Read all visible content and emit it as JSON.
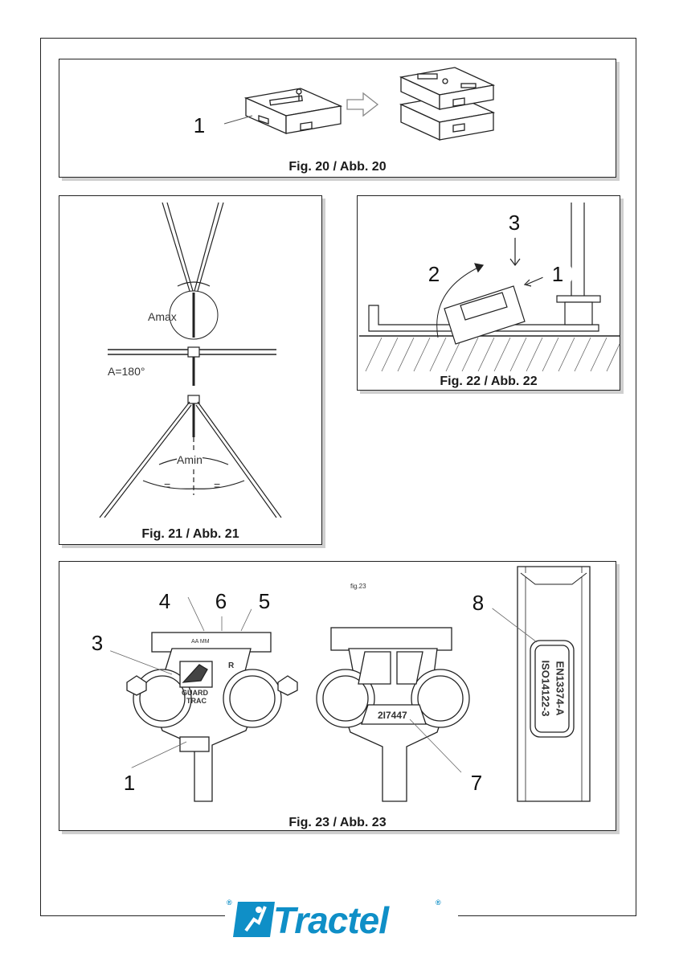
{
  "fig20": {
    "caption": "Fig. 20 / Abb. 20",
    "callout_1": "1"
  },
  "fig21": {
    "caption": "Fig. 21 / Abb. 21",
    "label_amax": "Amax",
    "label_a180": "A=180°",
    "label_amin": "Amin",
    "eq_left": "=",
    "eq_right": "="
  },
  "fig22": {
    "caption": "Fig. 22 / Abb. 22",
    "callout_1": "1",
    "callout_2": "2",
    "callout_3": "3"
  },
  "fig23": {
    "caption": "Fig. 23 / Abb. 23",
    "small_tag": "fig.23",
    "callouts": {
      "c1": "1",
      "c3": "3",
      "c4": "4",
      "c5": "5",
      "c6": "6",
      "c7": "7",
      "c8": "8"
    },
    "marking_brand_line1": "GUARD",
    "marking_brand_line2": "TRAC",
    "marking_r": "R",
    "marking_serial": "2I7447",
    "marking_std_1": "EN13374-A",
    "marking_std_2": "ISO14122-3",
    "marking_size": "AA MM"
  },
  "brand": {
    "name": "Tractel",
    "color": "#0f8fc7",
    "reg_mark": "®"
  }
}
